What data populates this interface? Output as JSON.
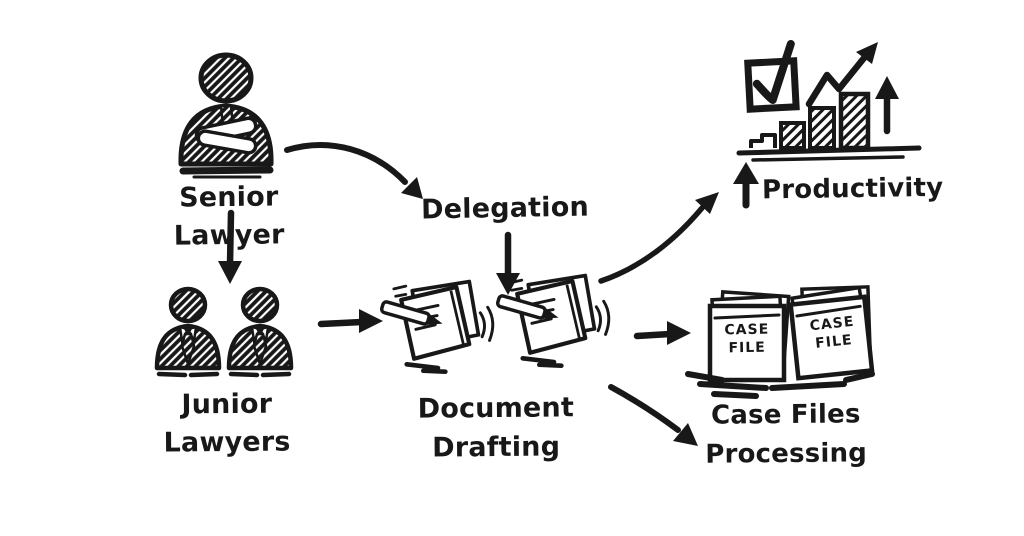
{
  "colors": {
    "background": "#ffffff",
    "ink": "#181818"
  },
  "nodes": {
    "senior_lawyer": {
      "label": "Senior Lawyer",
      "icon": "lawyer-crossed-arms-icon"
    },
    "junior_lawyers": {
      "label": "Junior Lawyers",
      "icon": "two-lawyers-icon"
    },
    "delegation": {
      "label": "Delegation"
    },
    "document_drafting": {
      "label": "Document Drafting",
      "icon": "notepad-pencil-icon"
    },
    "productivity": {
      "label": "Productivity",
      "icon": "up-arrow-icon checkbox-icon growth-chart-icon"
    },
    "case_files": {
      "icon": "case-file-folders-icon",
      "folders": [
        {
          "line1": "CASE",
          "line2": "FILE"
        },
        {
          "line1": "CASE",
          "line2": "FILE"
        }
      ]
    },
    "case_files_processing": {
      "label": "Case Files Processing"
    }
  },
  "edges": [
    {
      "from": "senior-lawyer",
      "to": "delegation",
      "style": "curved-arrow"
    },
    {
      "from": "senior-lawyer",
      "to": "junior-lawyers",
      "style": "down-arrow"
    },
    {
      "from": "junior-lawyers",
      "to": "document-drafting",
      "style": "right-arrow"
    },
    {
      "from": "delegation",
      "to": "document-drafting",
      "style": "down-arrow"
    },
    {
      "from": "document-drafting",
      "to": "productivity",
      "style": "curved-arrow"
    },
    {
      "from": "document-drafting",
      "to": "case-files",
      "style": "right-arrow"
    },
    {
      "from": "document-drafting",
      "to": "case-files-processing",
      "style": "diagonal-arrow"
    }
  ]
}
